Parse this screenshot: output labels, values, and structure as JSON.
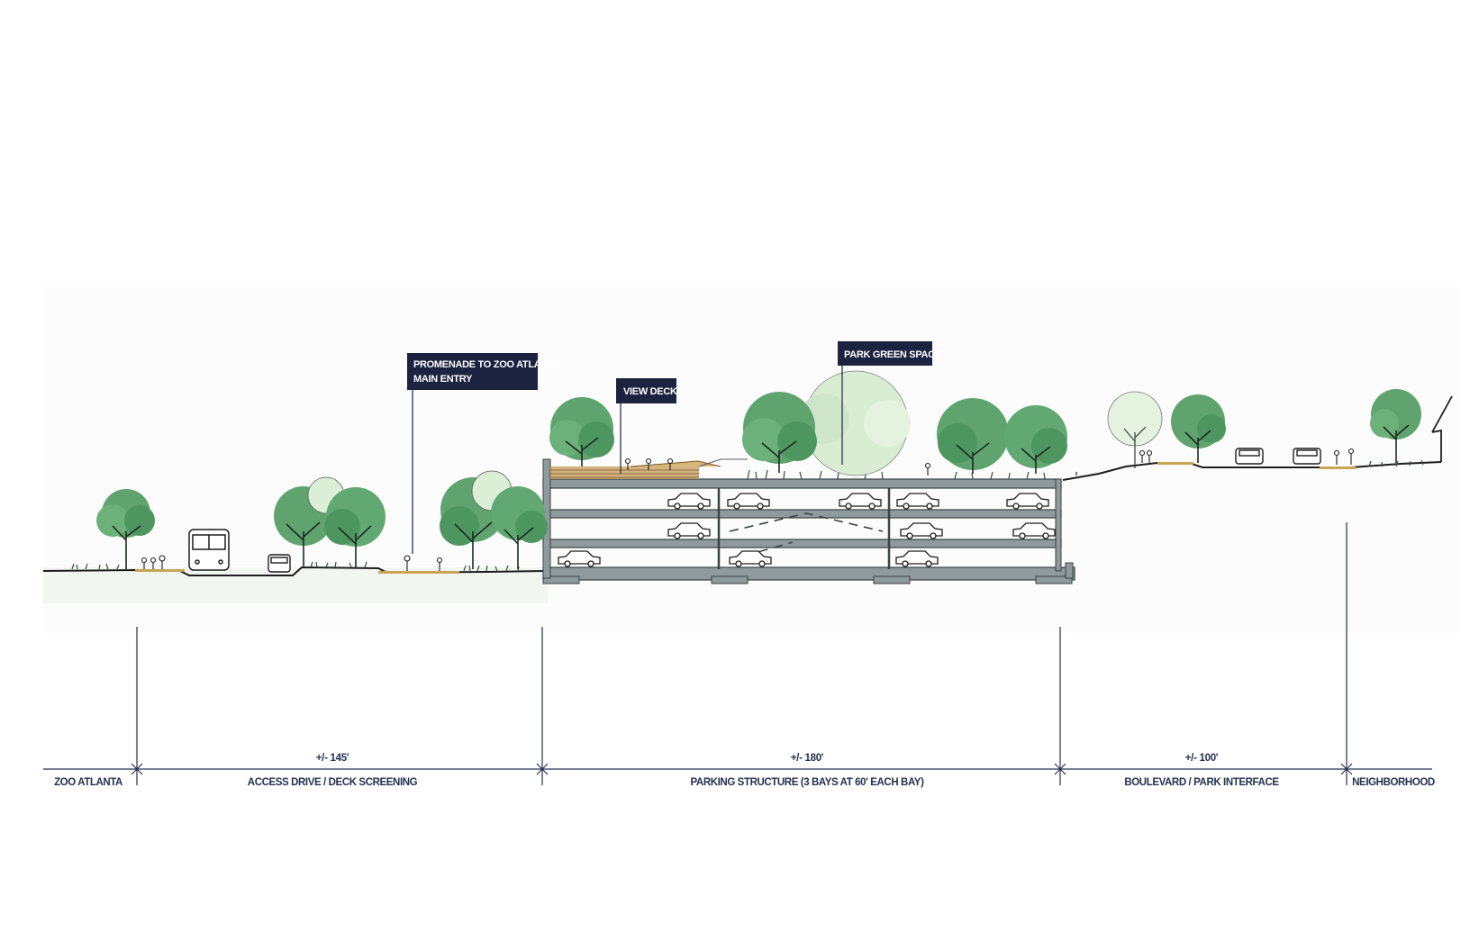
{
  "colors": {
    "navy": "#1c2340",
    "tree_green": "#5fa46e",
    "tree_green_light": "#cfe5c9",
    "structure_gray": "#8e9a9b",
    "wood": "#b98a3e"
  },
  "callouts": {
    "promenade_line1": "PROMENADE TO ZOO ATLANTA",
    "promenade_line2": "MAIN ENTRY",
    "view_deck": "VIEW DECK",
    "park_green_space": "PARK GREEN SPACE"
  },
  "dimensions": {
    "access": "+/- 145'",
    "parking": "+/- 180'",
    "boulevard": "+/- 100'"
  },
  "zones": {
    "zoo": "ZOO ATLANTA",
    "access": "ACCESS DRIVE / DECK SCREENING",
    "parking": "PARKING STRUCTURE (3 BAYS AT 60' EACH BAY)",
    "boulevard": "BOULEVARD / PARK INTERFACE",
    "neighborhood": "NEIGHBORHOOD"
  },
  "icons": [
    "tree-icon",
    "bus-icon",
    "car-icon",
    "pedestrian-icon",
    "dimension-tick-icon"
  ]
}
